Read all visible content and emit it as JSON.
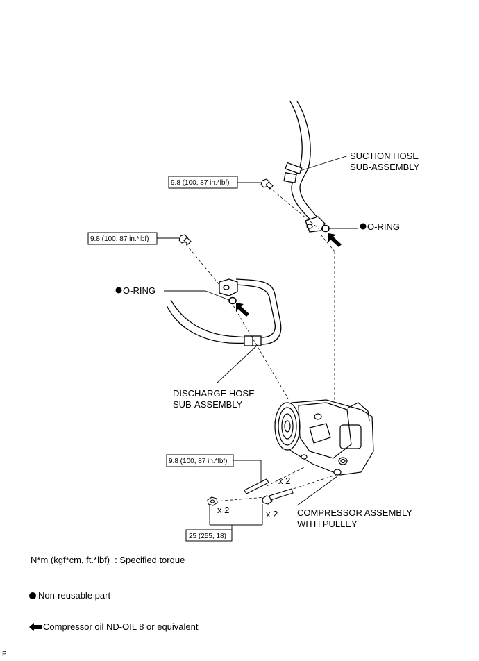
{
  "labels": {
    "suction_hose_line1": "SUCTION HOSE",
    "suction_hose_line2": "SUB-ASSEMBLY",
    "o_ring_top": "O-RING",
    "o_ring_left": "O-RING",
    "discharge_hose_line1": "DISCHARGE HOSE",
    "discharge_hose_line2": "SUB-ASSEMBLY",
    "compressor_line1": "COMPRESSOR ASSEMBLY",
    "compressor_line2": "WITH PULLEY",
    "qty_stud": "x 2",
    "qty_nut": "x 2",
    "qty_bolt": "x 2"
  },
  "torque": {
    "suction_bolt": "9.8 (100, 87 in.*lbf)",
    "discharge_bolt": "9.8 (100, 87 in.*lbf)",
    "stud": "9.8 (100, 87 in.*lbf)",
    "nut_bolt": "25 (255, 18)"
  },
  "legend": {
    "torque_unit": "N*m (kgf*cm, ft.*lbf)",
    "torque_desc": ": Specified torque",
    "non_reusable": "Non-reusable part",
    "oil": "Compressor oil ND-OIL 8 or equivalent"
  },
  "footer": "P",
  "icons": {
    "non_reusable": "filled-circle-icon",
    "oil": "left-arrow-icon"
  }
}
